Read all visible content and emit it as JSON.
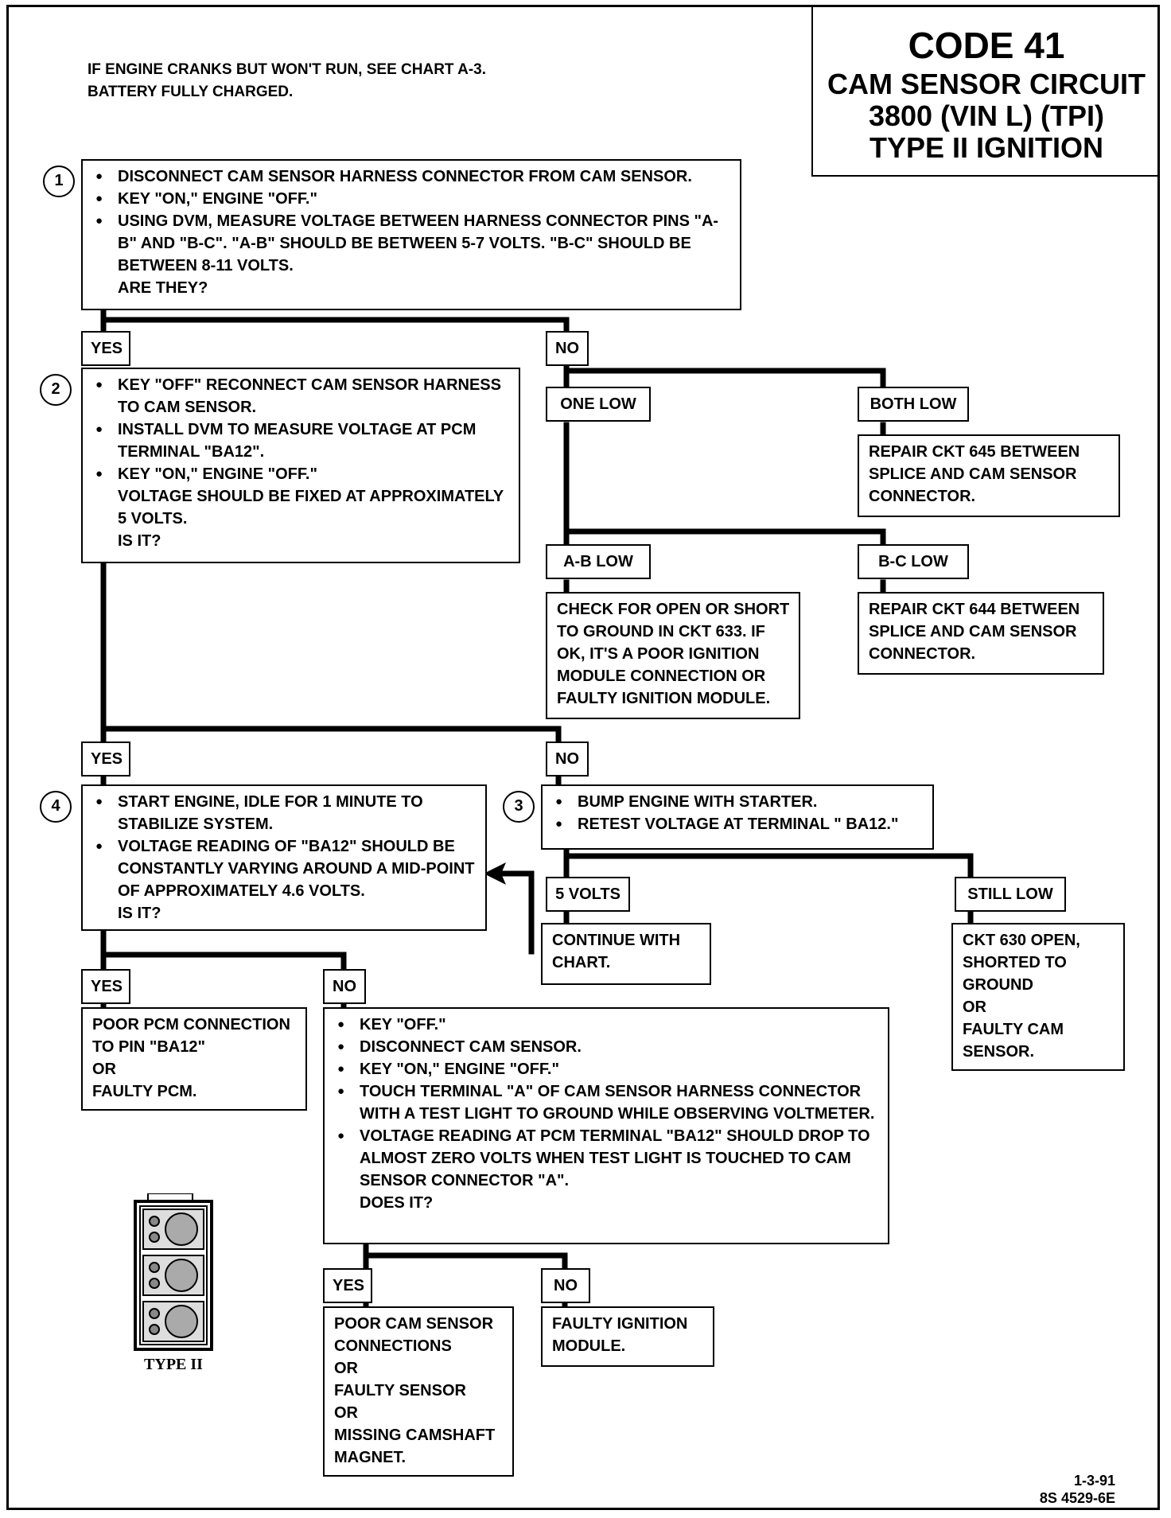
{
  "header": {
    "intro_line1": "IF ENGINE CRANKS BUT WON'T RUN, SEE CHART A-3.",
    "intro_line2": "BATTERY FULLY CHARGED.",
    "code": "CODE 41",
    "title_line1": "CAM SENSOR CIRCUIT",
    "title_line2": "3800 (VIN L) (TPI)",
    "title_line3": "TYPE II IGNITION"
  },
  "step1": {
    "number": "1",
    "bullets": [
      "DISCONNECT CAM SENSOR HARNESS CONNECTOR FROM CAM SENSOR.",
      "KEY \"ON,\" ENGINE \"OFF.\"",
      "USING DVM, MEASURE VOLTAGE BETWEEN HARNESS CONNECTOR PINS \"A-B\" AND \"B-C\".  \"A-B\" SHOULD BE BETWEEN 5-7 VOLTS.  \"B-C\" SHOULD BE BETWEEN 8-11 VOLTS."
    ],
    "question": "ARE THEY?"
  },
  "step2": {
    "number": "2",
    "bullets": [
      "KEY \"OFF\" RECONNECT CAM SENSOR HARNESS TO CAM SENSOR.",
      "INSTALL DVM TO MEASURE VOLTAGE AT PCM TERMINAL \"BA12\".",
      "KEY \"ON,\" ENGINE \"OFF.\""
    ],
    "note": "VOLTAGE SHOULD BE FIXED AT APPROXIMATELY 5 VOLTS.",
    "question": "IS IT?"
  },
  "step3": {
    "number": "3",
    "bullets": [
      "BUMP ENGINE WITH STARTER.",
      "RETEST VOLTAGE AT TERMINAL \" BA12.\""
    ]
  },
  "step4": {
    "number": "4",
    "bullets": [
      "START ENGINE, IDLE FOR 1 MINUTE TO STABILIZE SYSTEM.",
      "VOLTAGE READING OF \"BA12\"  SHOULD BE CONSTANTLY VARYING AROUND A MID-POINT OF APPROXIMATELY 4.6  VOLTS."
    ],
    "question": "IS IT?"
  },
  "step5": {
    "bullets": [
      "KEY \"OFF.\"",
      "DISCONNECT CAM SENSOR.",
      "KEY \"ON,\" ENGINE \"OFF.\"",
      "TOUCH TERMINAL \"A\" OF CAM SENSOR HARNESS CONNECTOR WITH A TEST LIGHT TO GROUND WHILE OBSERVING VOLTMETER.",
      "VOLTAGE READING AT PCM TERMINAL \"BA12\" SHOULD DROP TO ALMOST ZERO VOLTS WHEN TEST LIGHT IS TOUCHED TO CAM SENSOR CONNECTOR \"A\"."
    ],
    "question": "DOES IT?"
  },
  "labels": {
    "yes": "YES",
    "no": "NO",
    "one_low": "ONE LOW",
    "both_low": "BOTH LOW",
    "ab_low": "A-B LOW",
    "bc_low": "B-C  LOW",
    "five_volts": "5 VOLTS",
    "still_low": "STILL LOW"
  },
  "results": {
    "repair_645": "REPAIR CKT 645 BETWEEN SPLICE AND CAM SENSOR CONNECTOR.",
    "check_633": "CHECK FOR OPEN OR SHORT TO GROUND IN CKT 633.  IF OK, IT'S A POOR IGNITION MODULE CONNECTION OR FAULTY IGNITION MODULE.",
    "repair_644": "REPAIR CKT 644 BETWEEN SPLICE AND CAM SENSOR CONNECTOR.",
    "continue_chart": "CONTINUE WITH CHART.",
    "ckt_630": [
      "CKT 630 OPEN,",
      "SHORTED TO",
      "GROUND",
      "OR",
      "FAULTY CAM",
      "SENSOR."
    ],
    "poor_pcm": [
      "POOR PCM CONNECTION",
      "TO PIN \"BA12\"",
      "OR",
      "FAULTY PCM."
    ],
    "poor_cam": [
      "POOR CAM SENSOR",
      "CONNECTIONS",
      "OR",
      "FAULTY SENSOR",
      "OR",
      "MISSING CAMSHAFT",
      "MAGNET."
    ],
    "faulty_module": "FAULTY IGNITION MODULE."
  },
  "connector_label": "TYPE II",
  "footer": {
    "date": "1-3-91",
    "ref": "8S 4529-6E"
  }
}
